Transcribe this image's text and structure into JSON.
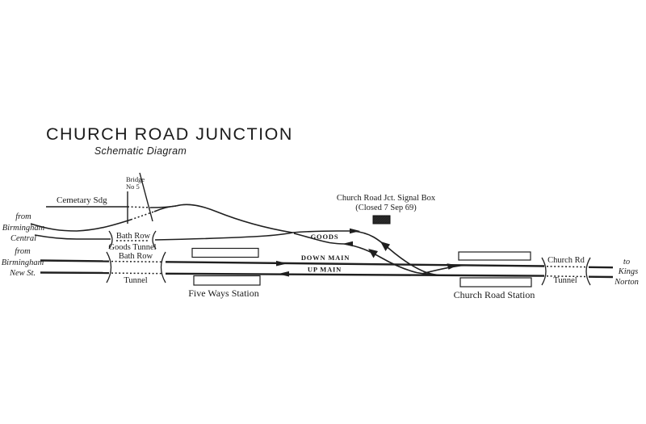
{
  "title": "CHURCH ROAD JUNCTION",
  "subtitle": "Schematic Diagram",
  "colors": {
    "ink": "#1f1f1f",
    "paper": "#ffffff"
  },
  "labels": {
    "cemetary_siding": "Cemetary Sdg",
    "bridge": {
      "line1": "Bridge",
      "line2": "No 5"
    },
    "from_central": [
      "from",
      "Birmingham",
      "Central"
    ],
    "from_new_st": [
      "from",
      "Birmingham",
      "New St."
    ],
    "bath_row_goods_tunnel": {
      "line1": "Bath Row",
      "line2": "Goods Tunnel"
    },
    "bath_row_tunnel": {
      "line1": "Bath Row",
      "line2": "Tunnel"
    },
    "signal_box": {
      "line1": "Church Road Jct. Signal Box",
      "line2": "(Closed 7 Sep 69)"
    },
    "tracks": {
      "goods": "GOODS",
      "down_main": "DOWN MAIN",
      "up_main": "UP MAIN"
    },
    "stations": {
      "five_ways": "Five Ways Station",
      "church_road": "Church Road Station"
    },
    "church_rd_tunnel": {
      "line1": "Church Rd",
      "line2": "Tunnel"
    },
    "to_kings_norton": [
      "to",
      "Kings",
      "Norton"
    ]
  }
}
